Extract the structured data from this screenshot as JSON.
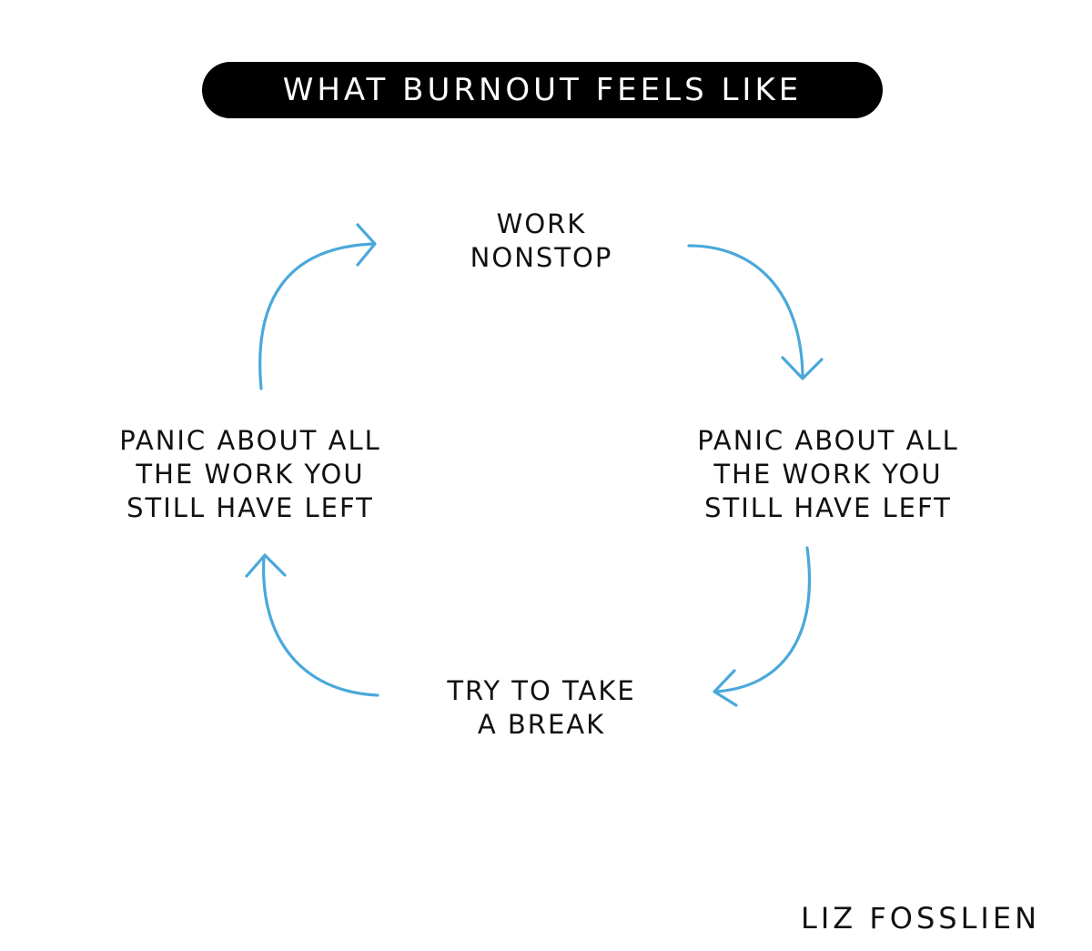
{
  "title": "WHAT BURNOUT FEELS LIKE",
  "cycle": {
    "top": [
      "WORK",
      "NONSTOP"
    ],
    "right": [
      "PANIC ABOUT ALL",
      "THE WORK YOU",
      "STILL HAVE LEFT"
    ],
    "bottom": [
      "TRY TO TAKE",
      "A BREAK"
    ],
    "left": [
      "PANIC ABOUT ALL",
      "THE WORK YOU",
      "STILL HAVE LEFT"
    ]
  },
  "signature": "LIZ FOSSLIEN",
  "colors": {
    "arrow": "#4AA8DA",
    "title_bg": "#000000",
    "title_text": "#ffffff",
    "text": "#111111"
  }
}
